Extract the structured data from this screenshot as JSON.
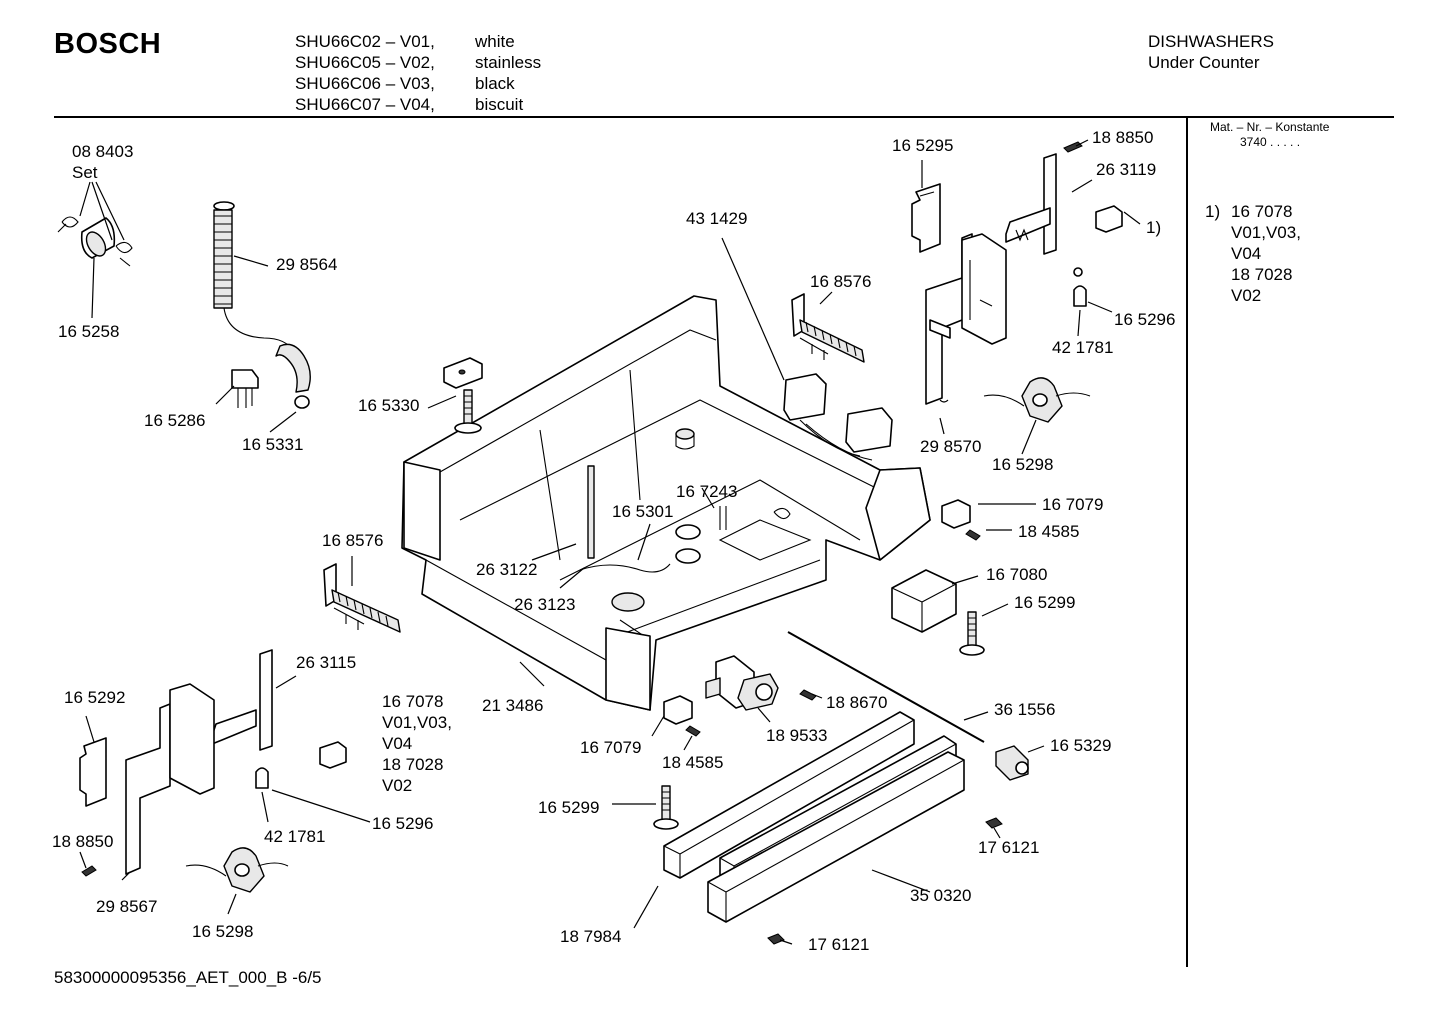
{
  "header": {
    "brand": "BOSCH",
    "models": [
      {
        "code": "SHU66C02 – V01,",
        "color": "white"
      },
      {
        "code": "SHU66C05 – V02,",
        "color": "stainless"
      },
      {
        "code": "SHU66C06 – V03,",
        "color": "black"
      },
      {
        "code": "SHU66C07 – V04,",
        "color": "biscuit"
      }
    ],
    "category_line1": "DISHWASHERS",
    "category_line2": "Under Counter"
  },
  "side_panel": {
    "mat_label": "Mat. – Nr. – Konstante",
    "mat_value": "3740  .  .  .  .  .",
    "footnote_marker": "1)",
    "footnote_lines": [
      "16 7078",
      "V01,V03,",
      "V04",
      "18 7028",
      "V02"
    ]
  },
  "footer": {
    "doc_id": "58300000095356_AET_000_B  -6/5"
  },
  "part_labels": {
    "p088403": "08 8403",
    "set": "Set",
    "p165258": "16 5258",
    "p298564": "29 8564",
    "p165286": "16 5286",
    "p165331": "16 5331",
    "p165330": "16 5330",
    "p431429": "43 1429",
    "p168576a": "16 8576",
    "p165295": "16 5295",
    "p188850a": "18 8850",
    "p263119": "26 3119",
    "fn1": "1)",
    "p165296a": "16 5296",
    "p421781a": "42 1781",
    "p298570": "29 8570",
    "p165298a": "16 5298",
    "p167079a": "16 7079",
    "p184585a": "18 4585",
    "p167080": "16 7080",
    "p165299a": "16 5299",
    "p167243": "16 7243",
    "p165301": "16 5301",
    "p263122": "26 3122",
    "p263123": "26 3123",
    "p168576b": "16 8576",
    "p263115": "26 3115",
    "p165292": "16 5292",
    "p167078": "16 7078",
    "pv010304a": "V01,V03,",
    "pv04": "V04",
    "p187028": "18 7028",
    "pv02": "V02",
    "p213486": "21 3486",
    "p165296b": "16 5296",
    "p421781b": "42 1781",
    "p188850b": "18 8850",
    "p298567": "29 8567",
    "p165298b": "16 5298",
    "p188670": "18 8670",
    "p189533": "18 9533",
    "p167079b": "16 7079",
    "p184585b": "18 4585",
    "p361556": "36 1556",
    "p165329": "16 5329",
    "p165299b": "16 5299",
    "p176121a": "17 6121",
    "p350320": "35 0320",
    "p187984": "18 7984",
    "p176121b": "17 6121"
  }
}
